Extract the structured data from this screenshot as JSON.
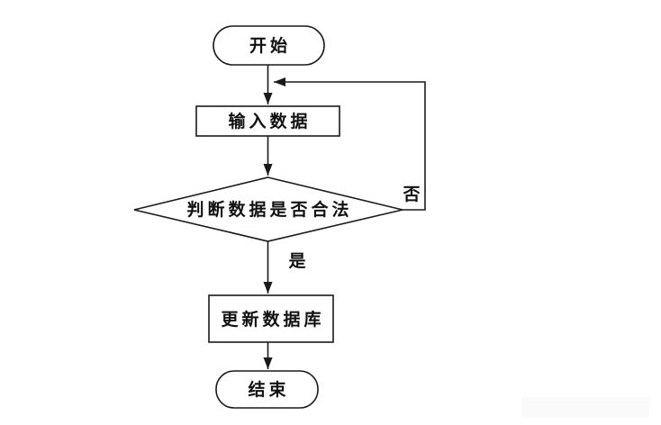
{
  "diagram": {
    "type": "flowchart",
    "direction": "top-down",
    "nodes": {
      "start": {
        "label": "开始",
        "shape": "terminator"
      },
      "input": {
        "label": "输入数据",
        "shape": "process"
      },
      "decision": {
        "label": "判断数据是否合法",
        "shape": "decision"
      },
      "update": {
        "label": "更新数据库",
        "shape": "process"
      },
      "end": {
        "label": "结束",
        "shape": "terminator"
      }
    },
    "edges": [
      {
        "from": "start",
        "to": "input",
        "label": ""
      },
      {
        "from": "input",
        "to": "decision",
        "label": ""
      },
      {
        "from": "decision",
        "to": "update",
        "label": "是"
      },
      {
        "from": "decision",
        "to": "input",
        "label": "否"
      },
      {
        "from": "update",
        "to": "end",
        "label": ""
      }
    ],
    "colors": {
      "line": "#1a1a1a",
      "node_fill": "#ffffff",
      "text": "#111111",
      "background": "#ffffff",
      "artifact_fill": "#fafafa"
    }
  }
}
